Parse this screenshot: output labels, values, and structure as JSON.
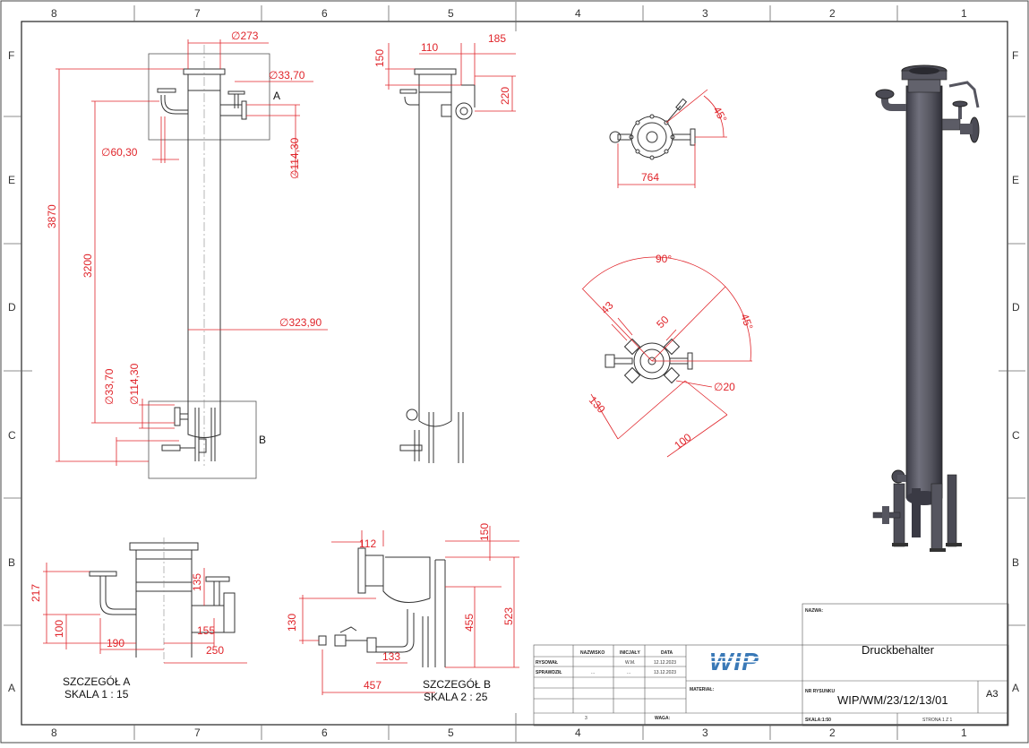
{
  "colors": {
    "dimension": "#e0242a",
    "part": "#333333",
    "shaded_body": "#5c5c66",
    "logo": "#3a79b7"
  },
  "border": {
    "cols": [
      "8",
      "7",
      "6",
      "5",
      "4",
      "3",
      "2",
      "1"
    ],
    "rows": [
      "F",
      "E",
      "D",
      "C",
      "B",
      "A"
    ]
  },
  "front_view": {
    "diameters": {
      "top_flange": "∅273",
      "top_nozzle": "∅33,70",
      "side_nozzle_d": "∅114,30",
      "left_nozzle": "∅60,30",
      "shell": "∅323,90",
      "bottom_d1": "∅33,70",
      "bottom_d2": "∅114,30"
    },
    "heights": {
      "overall": "3870",
      "middle": "3200"
    },
    "detail_a_marker": "A",
    "detail_b_marker": "B"
  },
  "side_view": {
    "d1": "110",
    "d2": "185",
    "d3": "150",
    "d4": "220"
  },
  "top_view": {
    "angle": "45°",
    "width": "764"
  },
  "bottom_view": {
    "angle_total": "90°",
    "angle_half": "45°",
    "d43": "43",
    "d50": "50",
    "d130": "130",
    "d100": "100",
    "hole": "∅20"
  },
  "detail_a": {
    "title": "SZCZEGÓŁ A",
    "scale": "SKALA 1 : 15",
    "dims": {
      "h217": "217",
      "h100": "100",
      "h135": "135",
      "w190": "190",
      "w155": "155",
      "w250": "250"
    }
  },
  "detail_b": {
    "title": "SZCZEGÓŁ B",
    "scale": "SKALA 2 : 25",
    "dims": {
      "w112": "112",
      "h150": "150",
      "h455": "455",
      "h523": "523",
      "h130": "130",
      "w133": "133",
      "w457": "457"
    }
  },
  "title_block": {
    "header_nazwisko": "NAZWISKO",
    "header_inicjaly": "INICJAŁY",
    "header_data": "DATA",
    "row1_label": "RYSOWAŁ",
    "row1_initials": "W.M.",
    "row1_date": "12.12.2023",
    "row2_label": "SPRAWDZIŁ",
    "row2_name": "...",
    "row2_initials": "...",
    "row2_date": "13.12.2023",
    "material_label": "MATERIAŁ:",
    "waga_label": "WAGA:",
    "sheet_num": "3",
    "nazwa_label": "NAZWA:",
    "nazwa": "Druckbehalter",
    "nr_label": "NR RYSUNKU",
    "nr": "WIP/WM/23/12/13/01",
    "format": "A3",
    "skala": "SKALA:1:50",
    "strona": "STRONA 1 Z 1",
    "logo": "WIP"
  }
}
